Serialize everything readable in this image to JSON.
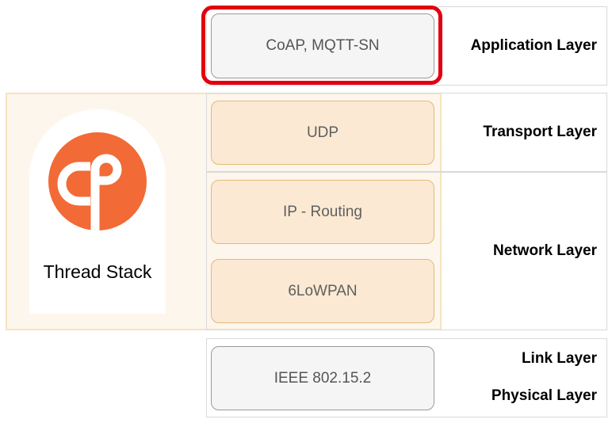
{
  "protocols": {
    "application": "CoAP, MQTT-SN",
    "transport": "UDP",
    "network_routing": "IP - Routing",
    "network_adaptation": "6LoWPAN",
    "link_physical": "IEEE 802.15.2"
  },
  "layers": {
    "application": "Application Layer",
    "transport": "Transport Layer",
    "network": "Network Layer",
    "link": "Link Layer",
    "physical": "Physical Layer"
  },
  "thread": {
    "label": "Thread Stack",
    "logo_icon": "thread-logo-icon"
  },
  "colors": {
    "highlight": "#e2000f",
    "thread_orange": "#f26a36",
    "protocol_orange_fill": "#fbe9d3",
    "protocol_grey_fill": "#f5f5f5"
  }
}
